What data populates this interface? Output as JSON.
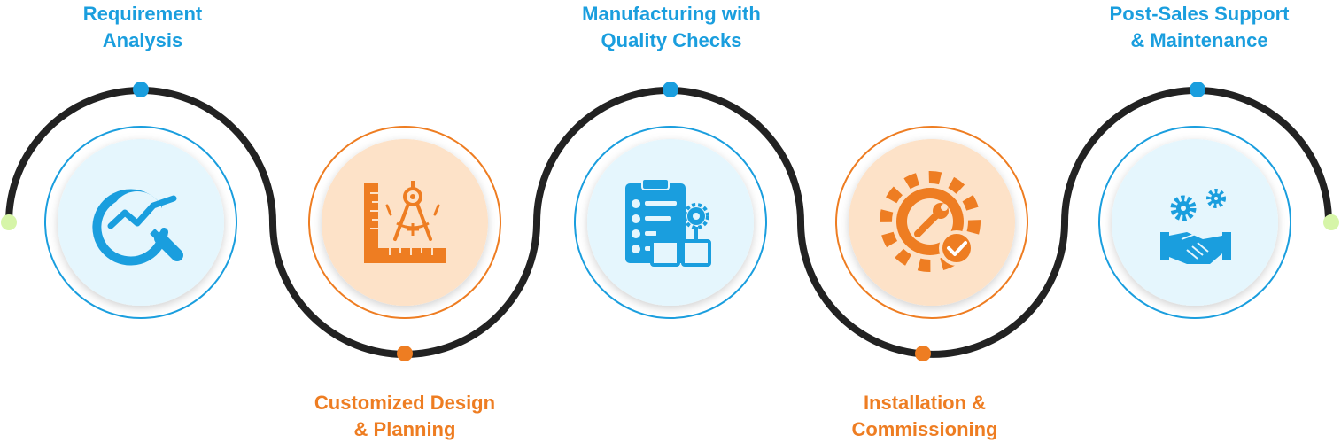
{
  "steps": [
    {
      "lines": [
        "Requirement",
        "Analysis"
      ],
      "color": "blue",
      "icon": "analysis-magnifier-icon"
    },
    {
      "lines": [
        "Customized Design",
        "& Planning"
      ],
      "color": "orange",
      "icon": "design-ruler-compass-icon"
    },
    {
      "lines": [
        "Manufacturing with",
        "Quality Checks"
      ],
      "color": "blue",
      "icon": "manufacturing-checklist-icon"
    },
    {
      "lines": [
        "Installation &",
        "Commissioning"
      ],
      "color": "orange",
      "icon": "gear-wrench-check-icon"
    },
    {
      "lines": [
        "Post-Sales Support",
        "& Maintenance"
      ],
      "color": "blue",
      "icon": "support-handshake-icon"
    }
  ],
  "colors": {
    "blue": "#1a9ede",
    "orange": "#ee7d22",
    "path": "#222222",
    "endpoint": "#d6f5a8",
    "blue_fill": "#e5f6fd",
    "orange_fill": "#fde2c8"
  }
}
